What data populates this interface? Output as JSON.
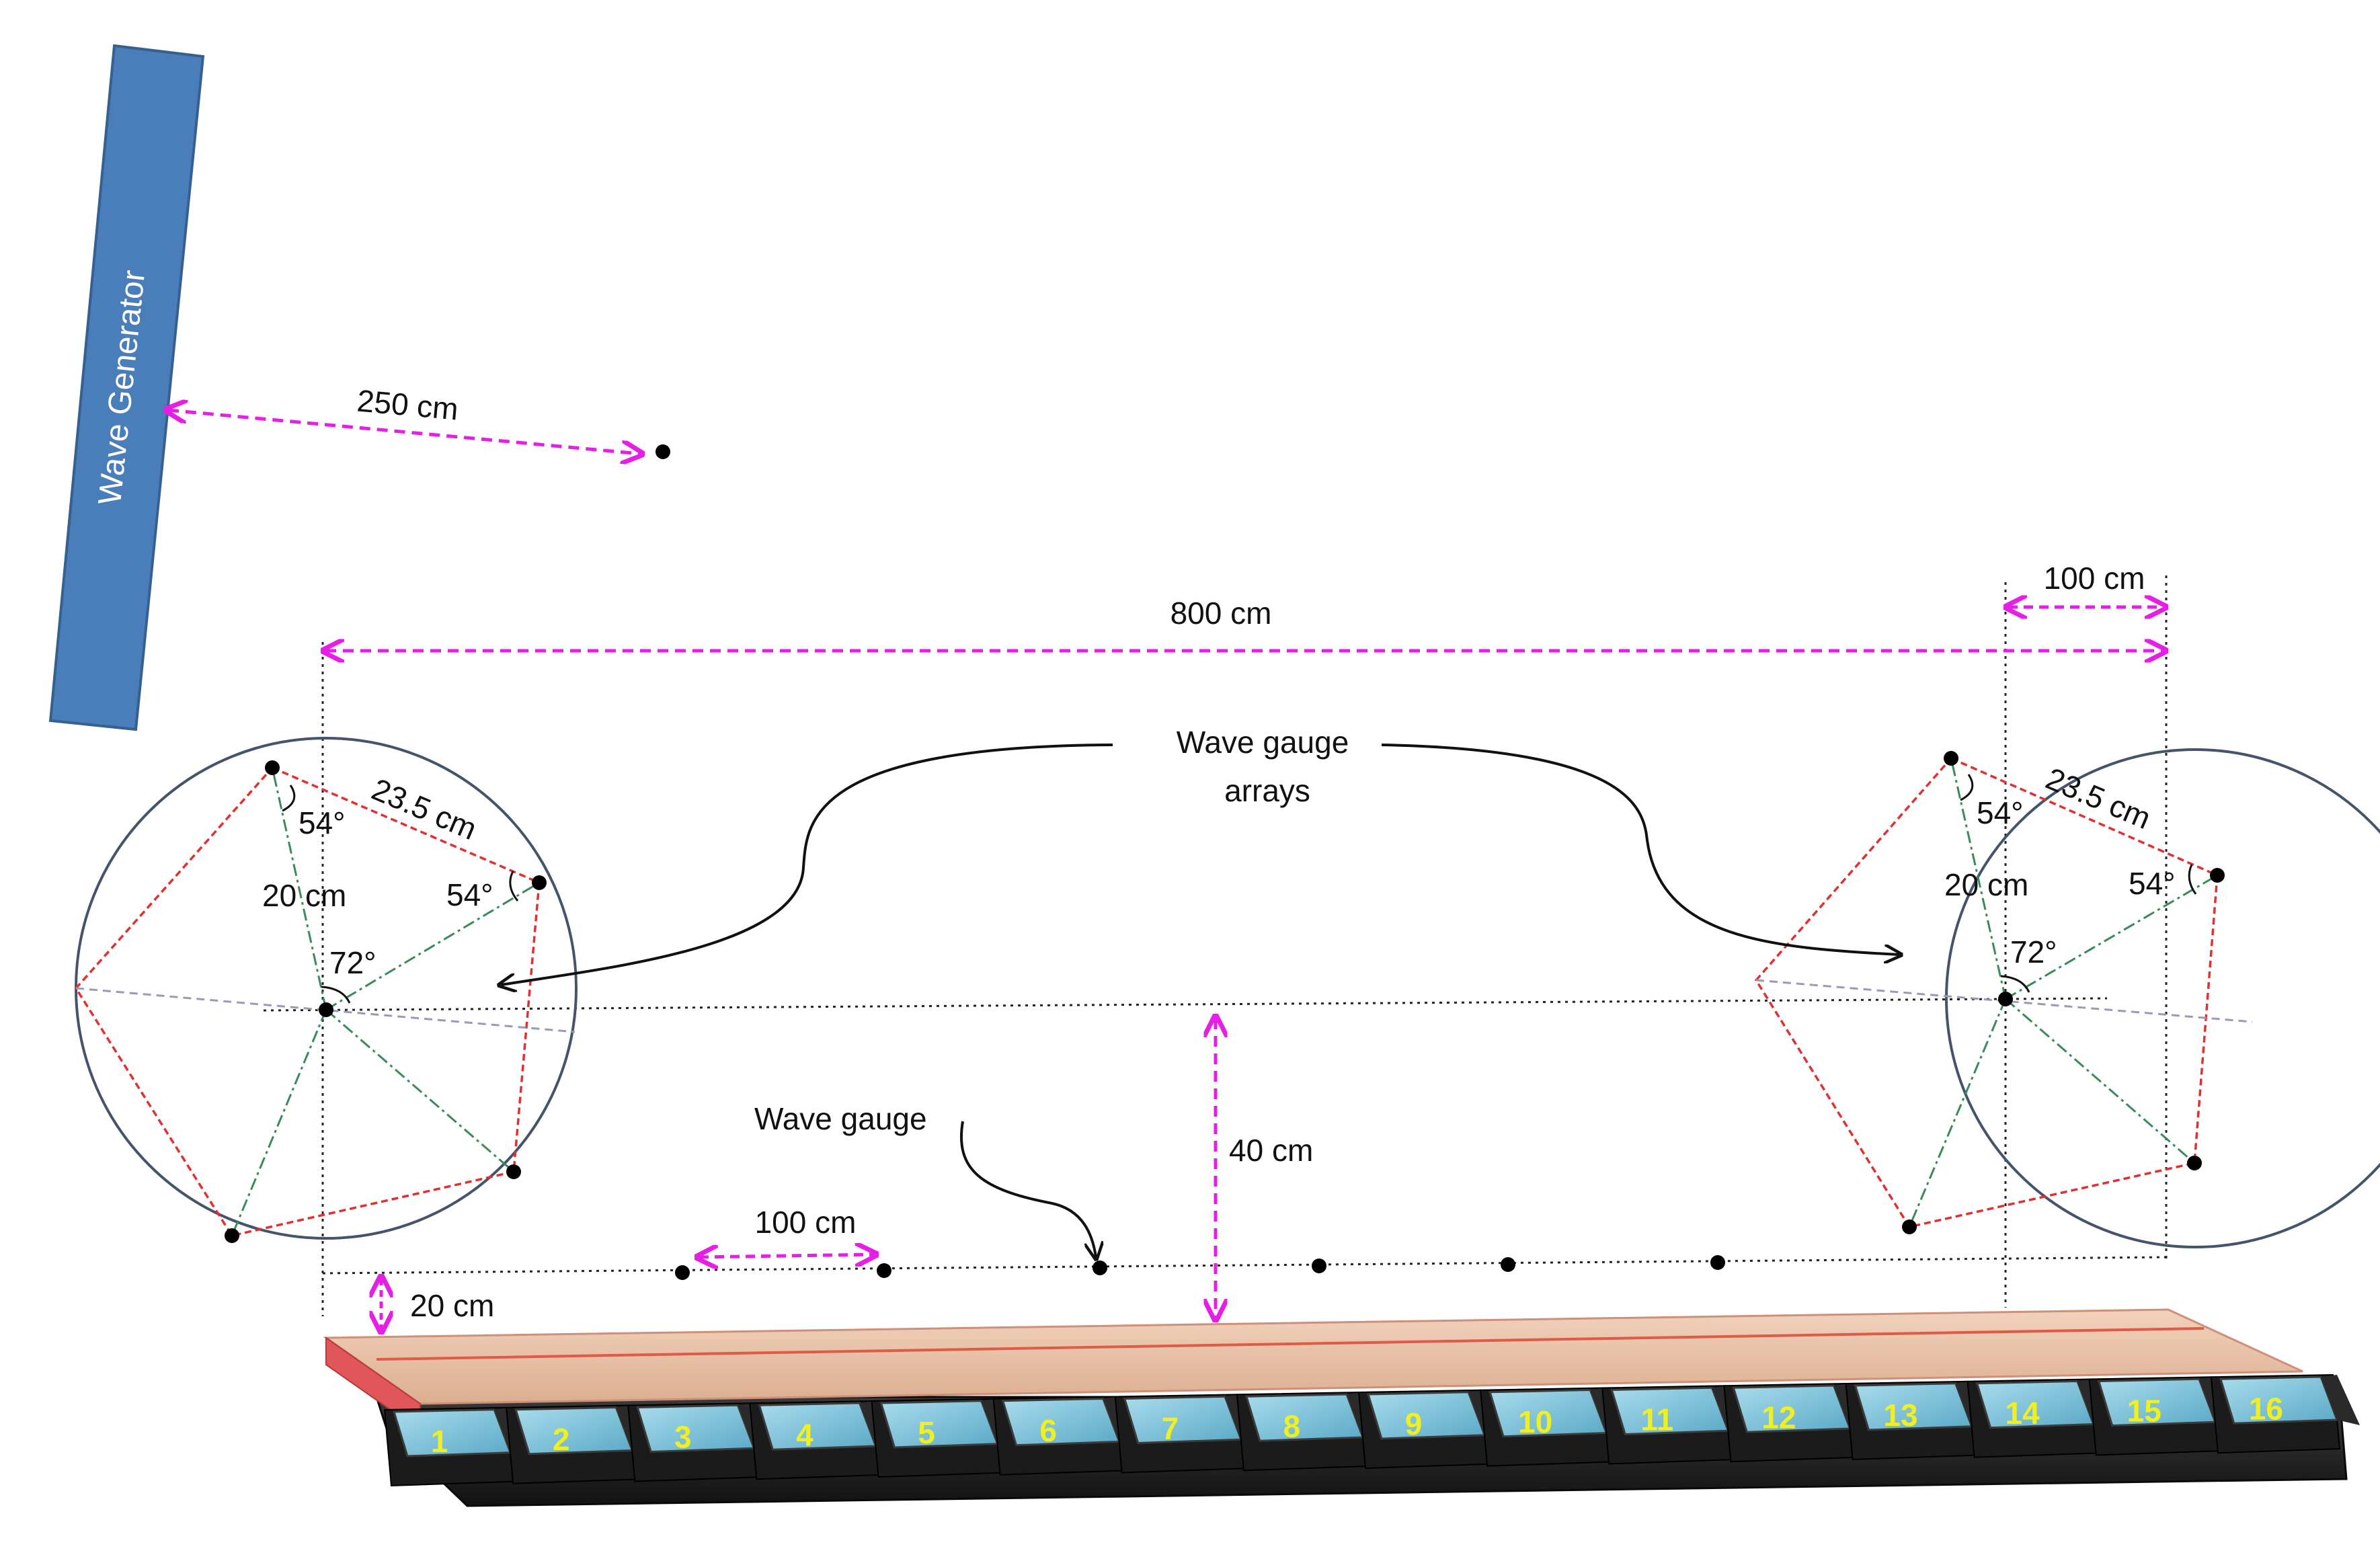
{
  "generator": {
    "label": "Wave Generator",
    "color": "#4a7ebb"
  },
  "dimensions": {
    "gen_to_gauge": "250 cm",
    "array_span": "800 cm",
    "array_offset": "100 cm",
    "gauge_spacing": "100 cm",
    "vertical_offset": "40 cm",
    "base_offset": "20 cm"
  },
  "arrays": {
    "label_line1": "Wave gauge",
    "label_line2": "arrays",
    "left": {
      "side": "23.5 cm",
      "radius": "20 cm",
      "angle_a": "54°",
      "angle_b": "54°",
      "angle_c": "72°"
    },
    "right": {
      "side": "23.5 cm",
      "radius": "20 cm",
      "angle_a": "54°",
      "angle_b": "54°",
      "angle_c": "72°"
    }
  },
  "gauge_label": "Wave gauge",
  "modules": [
    "1",
    "2",
    "3",
    "4",
    "5",
    "6",
    "7",
    "8",
    "9",
    "10",
    "11",
    "12",
    "13",
    "14",
    "15",
    "16"
  ],
  "colors": {
    "dimension": "#e61ee6",
    "pentagon": "#e03030",
    "circle": "#44546a",
    "module_top": "#7fc4dc",
    "module_label": "#f2ef1e"
  }
}
